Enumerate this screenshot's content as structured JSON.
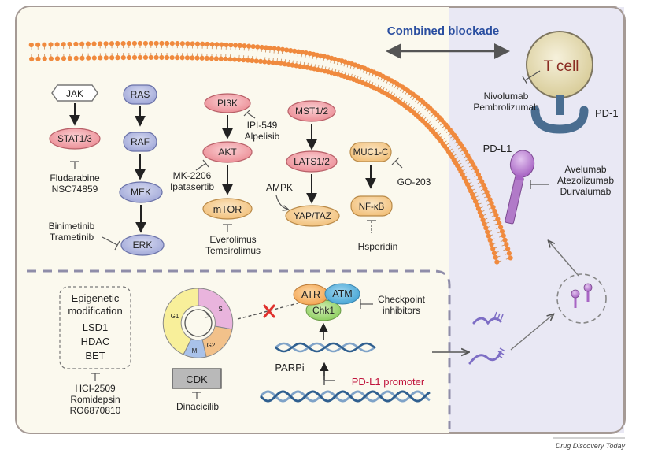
{
  "header": {
    "combined_blockade": "Combined blockade"
  },
  "tcell": {
    "label": "T cell",
    "receptor": "PD-1",
    "drugs": [
      "Nivolumab",
      "Pembrolizumab"
    ]
  },
  "pdl1": {
    "label": "PD-L1",
    "drugs": [
      "Avelumab",
      "Atezolizumab",
      "Durvalumab"
    ]
  },
  "pathways": {
    "jak_stat": {
      "jak": "JAK",
      "stat": "STAT1/3",
      "inhibitors": [
        "Fludarabine",
        "NSC74859"
      ]
    },
    "ras_erk": {
      "ras": "RAS",
      "raf": "RAF",
      "mek": "MEK",
      "erk": "ERK",
      "inhibitors": [
        "Binimetinib",
        "Trametinib"
      ]
    },
    "pi3k_mtor": {
      "pi3k": "PI3K",
      "akt": "AKT",
      "mtor": "mTOR",
      "pi3k_inhibitors": [
        "IPI-549",
        "Alpelisib"
      ],
      "akt_inhibitors": [
        "MK-2206",
        "Ipatasertib"
      ],
      "mtor_inhibitors": [
        "Everolimus",
        "Temsirolimus"
      ]
    },
    "hippo": {
      "mst": "MST1/2",
      "lats": "LATS1/2",
      "yap": "YAP/TAZ",
      "ampk": "AMPK"
    },
    "muc1": {
      "muc1c": "MUC1-C",
      "nfkb": "NF-κB",
      "inhibitor": "GO-203",
      "hsperidin": "Hsperidin"
    }
  },
  "nucleus": {
    "epigenetic": {
      "title": [
        "Epigenetic",
        "modification"
      ],
      "items": [
        "LSD1",
        "HDAC",
        "BET"
      ],
      "inhibitors": [
        "HCI-2509",
        "Romidepsin",
        "RO6870810"
      ]
    },
    "cell_cycle": {
      "phases": [
        "G1",
        "S",
        "G2",
        "M"
      ],
      "cdk": "CDK",
      "inhibitor": "Dinacicilib"
    },
    "checkpoint": {
      "atr": "ATR",
      "atm": "ATM",
      "chk1": "Chk1",
      "inhibitors": [
        "Checkpoint",
        "inhibitors"
      ]
    },
    "parpi": "PARPi",
    "promoter": "PD-L1 promoter"
  },
  "footer": {
    "journal": "Drug Discovery Today"
  },
  "colors": {
    "blue_node": "#a9b0dd",
    "red_node": "#f0a0a6",
    "orange_node": "#f5c98e",
    "membrane": "#f08a3e",
    "tcell_fill": "#e6ddb0",
    "receptor_blue": "#4a6d90",
    "pdl1_purple": "#b17ac8",
    "blockade_blue": "#2a4ea0",
    "promoter_red": "#c0143c"
  }
}
